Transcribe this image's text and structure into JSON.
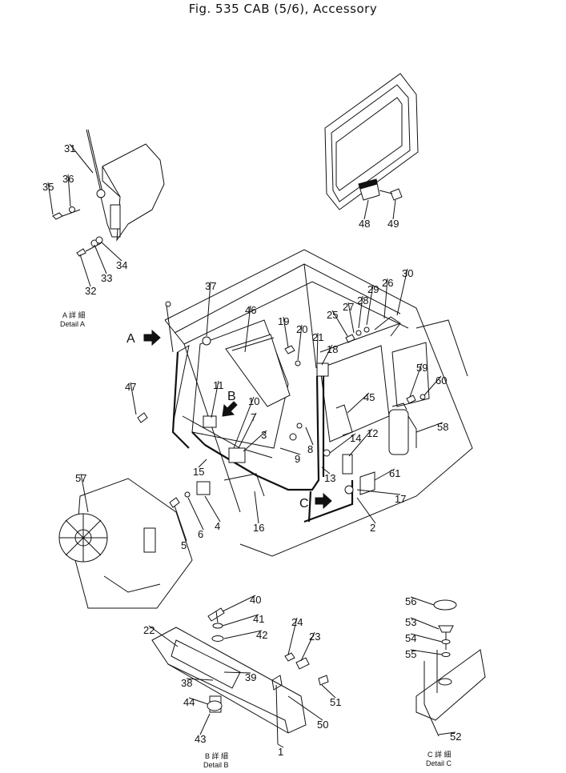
{
  "figure": {
    "title": "Fig. 535  CAB (5/6), Accessory"
  },
  "detail_labels": {
    "detail_a_jp": "A 詳 細",
    "detail_a": "Detail A",
    "detail_b_jp": "B 詳 細",
    "detail_b": "Detail B",
    "detail_c_jp": "C 詳 細",
    "detail_c": "Detail C"
  },
  "view_arrows": {
    "a": "A",
    "b": "B",
    "c": "C"
  },
  "part_numbers": [
    "1",
    "2",
    "3",
    "4",
    "5",
    "6",
    "7",
    "8",
    "9",
    "10",
    "11",
    "12",
    "13",
    "14",
    "15",
    "16",
    "17",
    "18",
    "19",
    "20",
    "21",
    "22",
    "23",
    "24",
    "25",
    "26",
    "27",
    "28",
    "29",
    "30",
    "31",
    "32",
    "33",
    "34",
    "35",
    "36",
    "37",
    "38",
    "39",
    "40",
    "41",
    "42",
    "43",
    "44",
    "45",
    "46",
    "47",
    "48",
    "49",
    "50",
    "51",
    "52",
    "53",
    "54",
    "55",
    "56",
    "57",
    "58",
    "59",
    "60",
    "61"
  ]
}
